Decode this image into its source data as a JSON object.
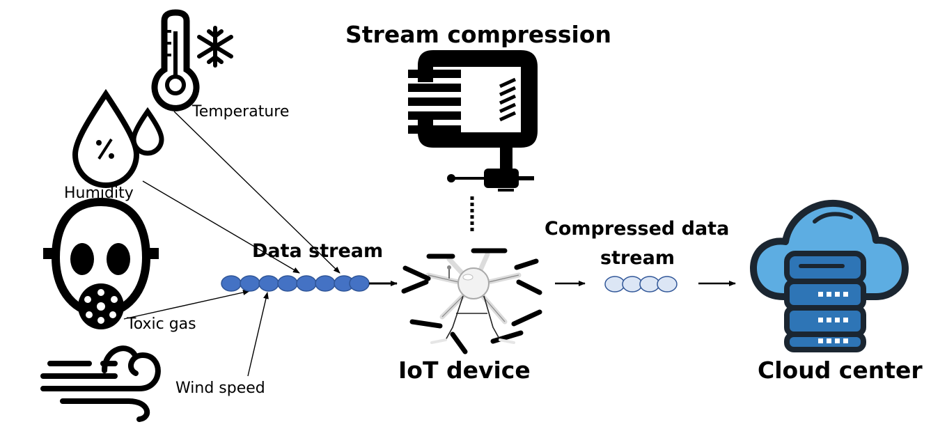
{
  "labels": {
    "stream_compression": "Stream compression",
    "temperature": "Temperature",
    "humidity": "Humidity",
    "toxic_gas": "Toxic gas",
    "wind_speed": "Wind speed",
    "data_stream": "Data stream",
    "compressed_data_stream_line1": "Compressed data",
    "compressed_data_stream_line2": "stream",
    "iot_device": "IoT device",
    "cloud_center": "Cloud center"
  },
  "icons": {
    "temperature": "thermometer-snowflake-icon",
    "humidity": "humidity-drop-icon",
    "toxic_gas": "gas-mask-icon",
    "wind_speed": "wind-icon",
    "compression": "clamp-icon",
    "iot_device": "drone-icon",
    "cloud_center": "cloud-server-icon"
  },
  "colors": {
    "data_stream_beads": "#4472C4",
    "compressed_beads": "#DCE6F5",
    "cloud_light": "#5DADE2",
    "cloud_dark": "#2E86C1",
    "server_blue": "#2E75B6"
  }
}
